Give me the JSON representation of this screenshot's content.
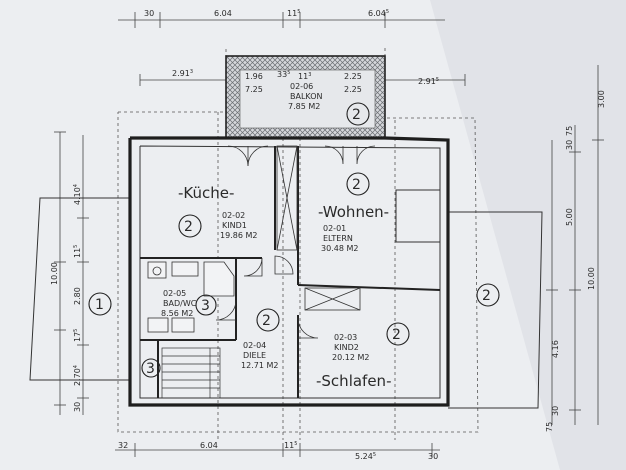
{
  "dimensions": {
    "top_30": "30",
    "top_604": "6.04",
    "top_115": "11",
    "top_115_sup": "5",
    "top_6045": "6.04",
    "top_6045_sup": "5",
    "b_291_left": "2.91",
    "b_291_left_sup": "3",
    "b_291_right": "2.91",
    "b_291_right_sup": "5",
    "b_196": "1.96",
    "b_33": "33",
    "b_33_sup": "5",
    "b_113": "11",
    "b_113_sup": "3",
    "b_225a": "2.25",
    "b_725": "7.25",
    "b_225b": "2.25",
    "left_4104": "4.10",
    "left_4104_sup": "4",
    "left_1000": "10.00",
    "left_115": "11",
    "left_115_sup": "5",
    "left_280": "2.80",
    "left_175": "17",
    "left_175_sup": "5",
    "left_2704": "2.70",
    "left_2704_sup": "4",
    "left_30": "30",
    "right_300": "3.00",
    "right_3075": "30",
    "right_75": "75",
    "right_500": "5.00",
    "right_1000": "10.00",
    "right_416": "4.16",
    "right_75b": "75",
    "right_30b": "30",
    "bottom_32": "32",
    "bottom_604": "6.04",
    "bottom_115": "11",
    "bottom_115_sup": "5",
    "bottom_5245": "5.24",
    "bottom_5245_sup": "5",
    "bottom_30": "30"
  },
  "rooms": {
    "balkon": {
      "number": "02-06",
      "name": "BALKON",
      "area": "7.85 M2"
    },
    "kind1": {
      "number": "02-02",
      "name": "KIND1",
      "area": "19.86 M2",
      "label": "-Küche-"
    },
    "eltern": {
      "number": "02-01",
      "name": "ELTERN",
      "area": "30.48 M2",
      "label": "-Wohnen-"
    },
    "bad": {
      "number": "02-05",
      "name": "BAD/WC",
      "area": "8.56 M2"
    },
    "diele": {
      "number": "02-04",
      "name": "DIELE",
      "area": "12.71 M2"
    },
    "kind2": {
      "number": "02-03",
      "name": "KIND2",
      "area": "20.12 M2",
      "label": "-Schlafen-"
    }
  },
  "markers": {
    "m1": "1",
    "m2": "2",
    "m3": "3"
  }
}
